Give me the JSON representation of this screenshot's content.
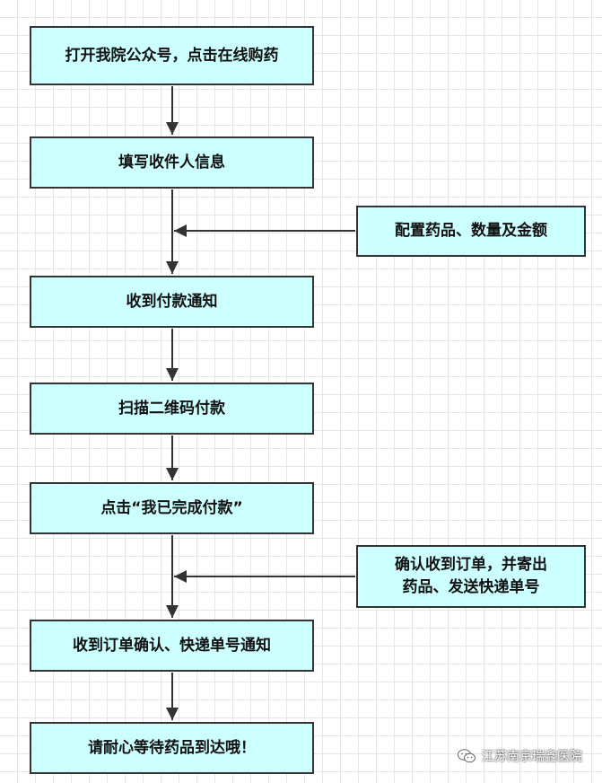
{
  "flow": {
    "steps": [
      "打开我院公众号，点击在线购药",
      "填写收件人信息",
      "收到付款通知",
      "扫描二维码付款",
      "点击“我已完成付款”",
      "收到订单确认、快递单号通知",
      "请耐心等待药品到达哦！"
    ],
    "side_notes": [
      {
        "lines": [
          "配置药品、数量及金额"
        ]
      },
      {
        "lines": [
          "确认收到订单，并寄出",
          "药品、发送快递单号"
        ]
      }
    ]
  },
  "watermark": {
    "text": "江苏南京瑞鑫医院",
    "icon": "wechat-icon"
  },
  "colors": {
    "box_fill": "#ccffff",
    "box_border": "#333333",
    "arrow": "#333333",
    "grid": "#e6e6e6"
  }
}
